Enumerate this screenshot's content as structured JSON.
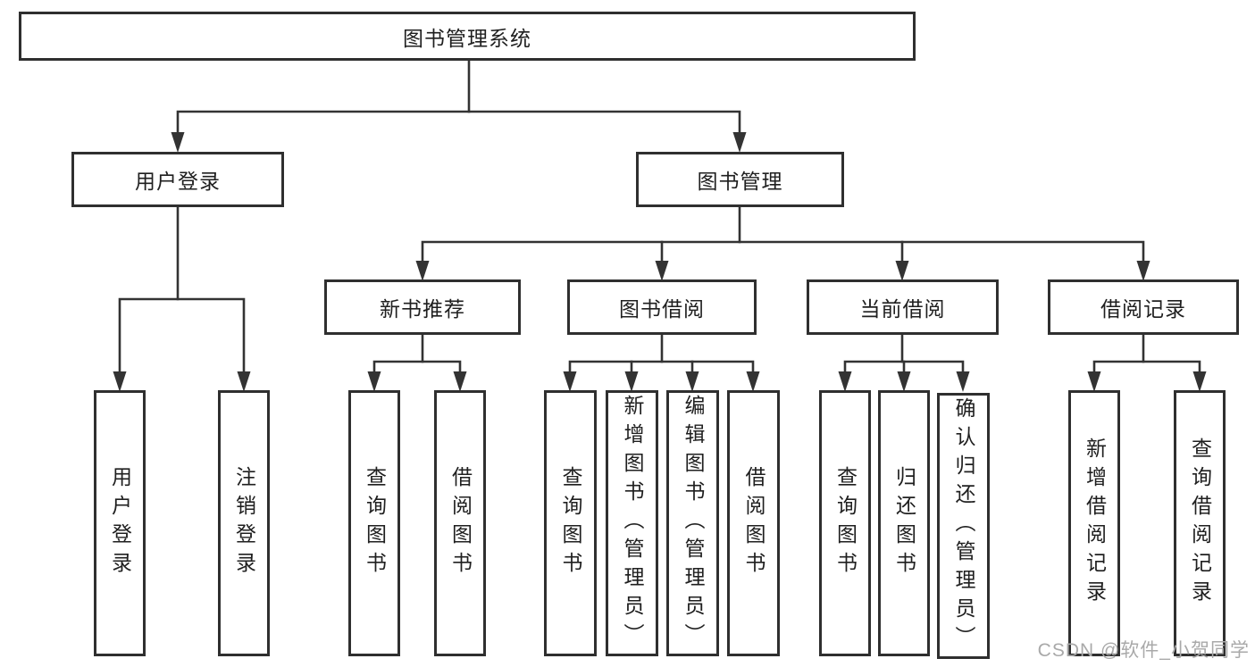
{
  "diagram": {
    "type": "hierarchy-tree",
    "watermark": "CSDN @软件_小贺同学",
    "colors": {
      "line": "#333333",
      "box_border": "#2f2f2f",
      "box_background": "#ffffff",
      "text": "#1f1f1f",
      "watermark": "#a9a9a9",
      "page_background": "#ffffff"
    },
    "tree": {
      "root": {
        "label": "图书管理系统"
      },
      "user_login": {
        "label": "用户登录",
        "children": [
          {
            "label": "用户登录"
          },
          {
            "label": "注销登录"
          }
        ]
      },
      "book_mgmt": {
        "label": "图书管理",
        "children": {
          "new_book_rec": {
            "label": "新书推荐",
            "children": [
              {
                "label": "查询图书"
              },
              {
                "label": "借阅图书"
              }
            ]
          },
          "book_borrow": {
            "label": "图书借阅",
            "children": [
              {
                "label": "查询图书"
              },
              {
                "label": "新增图书（管理员）"
              },
              {
                "label": "编辑图书（管理员）"
              },
              {
                "label": "借阅图书"
              }
            ]
          },
          "current_borrow": {
            "label": "当前借阅",
            "children": [
              {
                "label": "查询图书"
              },
              {
                "label": "归还图书"
              },
              {
                "label": "确认归还（管理员）"
              }
            ]
          },
          "borrow_record": {
            "label": "借阅记录",
            "children": [
              {
                "label": "新增借阅记录"
              },
              {
                "label": "查询借阅记录"
              }
            ]
          }
        }
      }
    }
  }
}
